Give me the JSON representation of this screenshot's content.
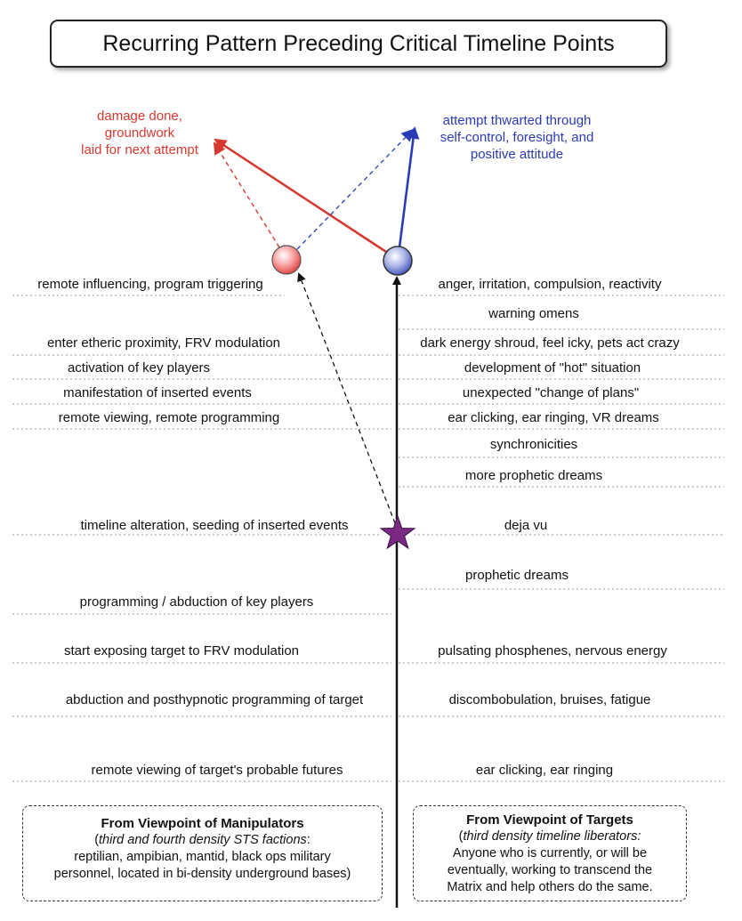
{
  "title": "Recurring Pattern Preceding Critical Timeline Points",
  "outcomes": {
    "left": [
      "damage done,",
      "groundwork",
      "laid for next attempt"
    ],
    "right": [
      "attempt thwarted through",
      "self-control, foresight, and",
      "positive attitude"
    ]
  },
  "manipulator_rows": [
    "remote influencing, program triggering",
    "enter etheric proximity, FRV modulation",
    "activation of key players",
    "manifestation of inserted events",
    "remote viewing, remote programming",
    "timeline alteration, seeding of inserted events",
    "programming / abduction of key players",
    "start exposing target to FRV modulation",
    "abduction and posthypnotic programming of target",
    "remote viewing of target's probable futures"
  ],
  "target_rows": [
    "anger, irritation, compulsion, reactivity",
    "warning omens",
    "dark energy shroud, feel icky, pets act crazy",
    "development of \"hot\" situation",
    "unexpected \"change of plans\"",
    "ear clicking, ear ringing, VR dreams",
    "synchronicities",
    "more prophetic dreams",
    "deja vu",
    "prophetic dreams",
    "pulsating phosphenes, nervous energy",
    "discombobulation, bruises, fatigue",
    "ear clicking, ear ringing"
  ],
  "legend_left": {
    "heading": "From Viewpoint of Manipulators",
    "line1_italic": "third and fourth density STS factions",
    "line1_open": "(",
    "line1_close": ":",
    "line2": "reptilian, ampibian, mantid, black ops military",
    "line3": "personnel, located in bi-density underground bases)"
  },
  "legend_right": {
    "heading": "From Viewpoint of Targets",
    "line1_italic": "third density timeline liberators:",
    "line1_open": "(",
    "line2": "Anyone who is currently, or will be",
    "line3": "eventually, working to transcend the",
    "line4": "Matrix and help others do the same."
  },
  "colors": {
    "red": "#d6392f",
    "blue": "#2a3bb8",
    "star": "#7b2a83",
    "dotted": "#9a9a9a"
  }
}
